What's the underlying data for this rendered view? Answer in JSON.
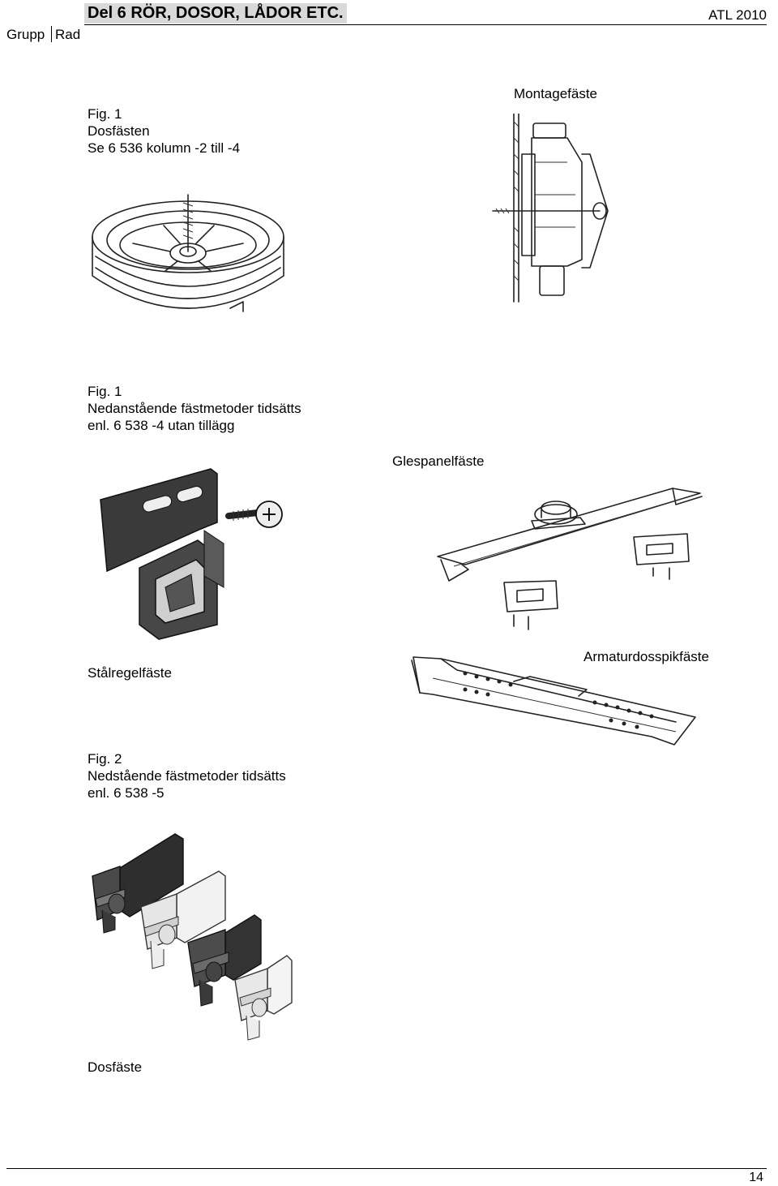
{
  "header": {
    "title": "Del 6 RÖR, DOSOR, LÅDOR ETC.",
    "edition": "ATL 2010",
    "grupp_label": "Grupp",
    "rad_label": "Rad"
  },
  "fig1a": {
    "label": "Fig. 1",
    "line1": "Dosfästen",
    "line2": "Se 6 536 kolumn -2 till -4",
    "caption_right": "Montagefäste"
  },
  "fig1b": {
    "label": "Fig. 1",
    "line1": "Nedanstående fästmetoder tidsätts",
    "line2": "enl. 6 538 -4 utan tillägg",
    "caption_glespanel": "Glespanelfäste",
    "caption_stalregel": "Stålregelfäste",
    "caption_armatur": "Armaturdosspikfäste"
  },
  "fig2": {
    "label": "Fig. 2",
    "line1": "Nedstående fästmetoder tidsätts",
    "line2": "enl. 6 538 -5",
    "caption": "Dosfäste"
  },
  "footer": {
    "page_number": "14"
  }
}
